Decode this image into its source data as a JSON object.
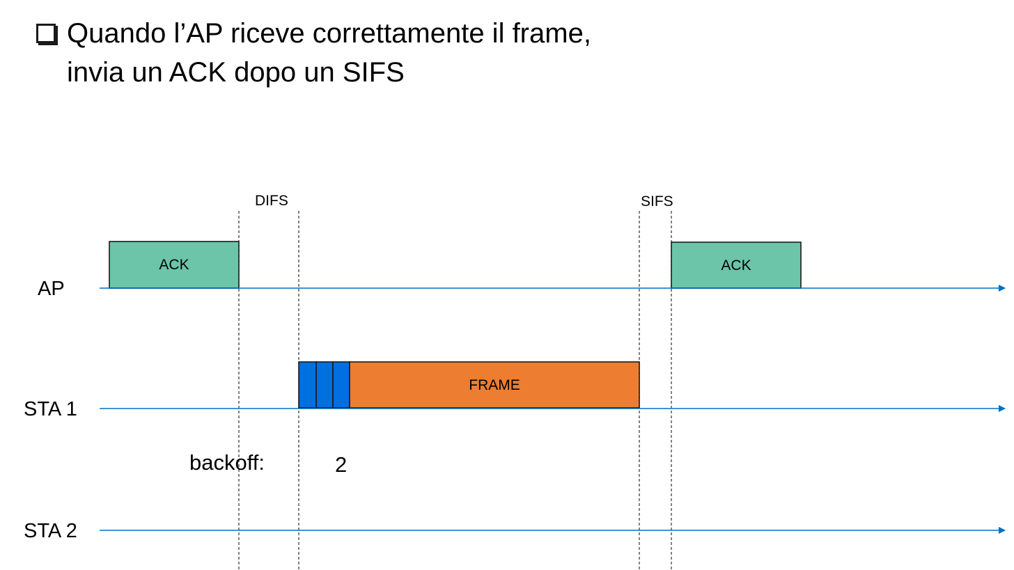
{
  "header": {
    "title_line1": "Quando l’AP riceve correttamente il frame,",
    "title_line2": "invia un ACK dopo un SIFS"
  },
  "timeline": {
    "lanes": [
      {
        "label": "AP"
      },
      {
        "label": "STA 1"
      },
      {
        "label": "STA 2"
      }
    ],
    "intervals": {
      "difs_label": "DIFS",
      "sifs_label": "SIFS"
    },
    "boxes": {
      "ap_ack_left": "ACK",
      "ap_ack_right": "ACK",
      "sta1_frame": "FRAME"
    },
    "backoff": {
      "label": "backoff:",
      "value": "2",
      "slots": 3
    }
  },
  "colors": {
    "timeline_arrow": "#0070C0",
    "ack_fill": "#6CC4A9",
    "frame_fill": "#ED7D31",
    "backoff_fill": "#0070E0",
    "dashed_line": "#404040"
  }
}
